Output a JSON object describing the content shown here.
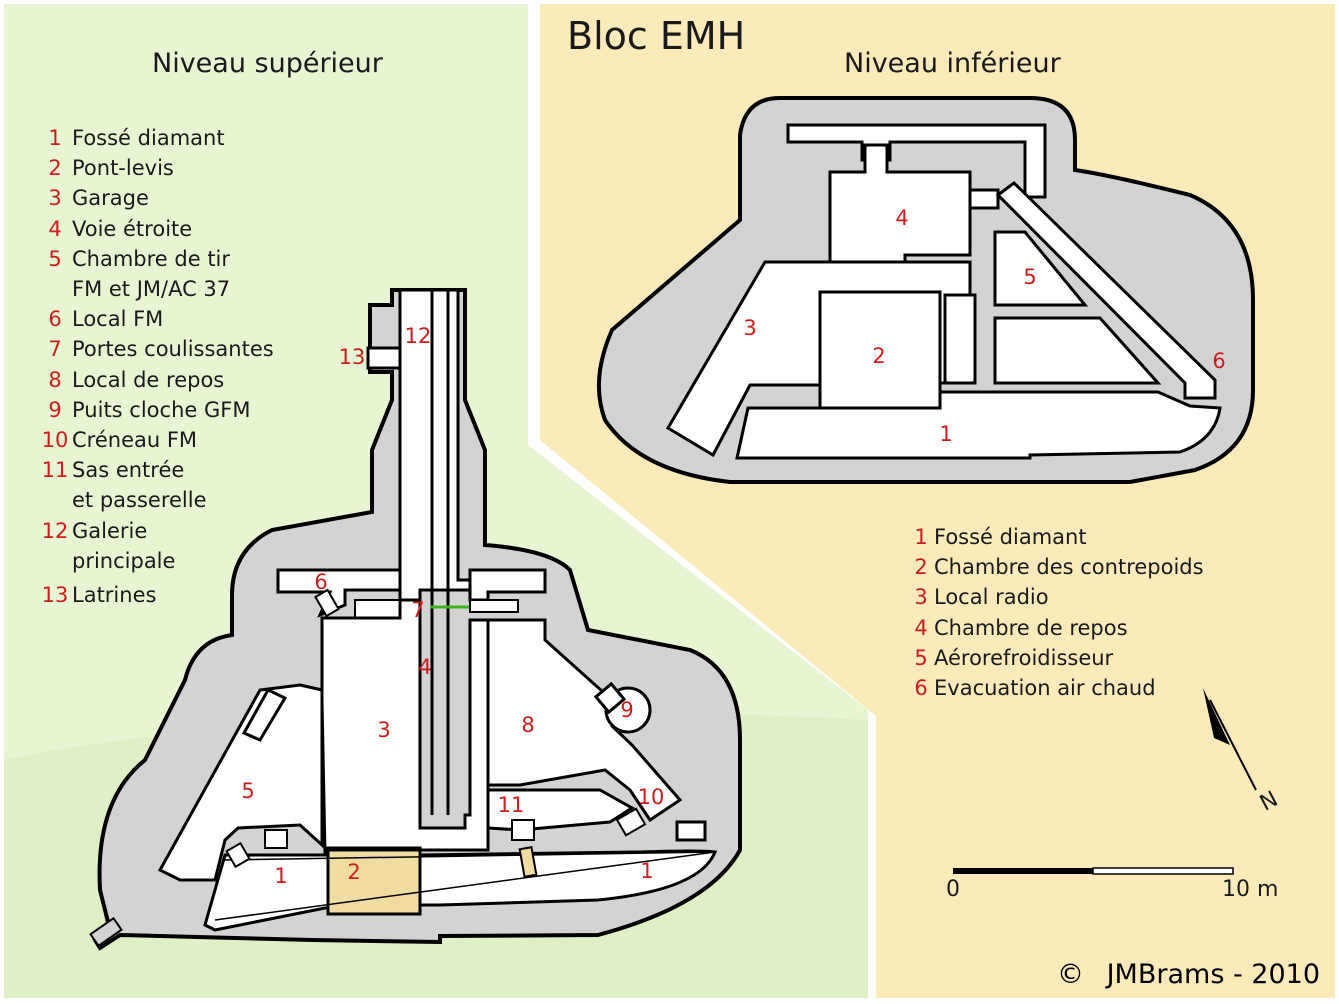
{
  "title": "Bloc EMH",
  "upper": {
    "heading": "Niveau supérieur",
    "legend": [
      {
        "num": "1",
        "text": "Fossé diamant"
      },
      {
        "num": "2",
        "text": "Pont-levis"
      },
      {
        "num": "3",
        "text": "Garage"
      },
      {
        "num": "4",
        "text": "Voie étroite"
      },
      {
        "num": "5",
        "text": "Chambre de tir"
      },
      {
        "num": "",
        "text": "FM et JM/AC 37"
      },
      {
        "num": "6",
        "text": "Local  FM"
      },
      {
        "num": "7",
        "text": "Portes coulissantes"
      },
      {
        "num": "8",
        "text": "Local de repos"
      },
      {
        "num": "9",
        "text": "Puits cloche GFM"
      },
      {
        "num": "10",
        "text": "Créneau FM"
      },
      {
        "num": "11",
        "text": "Sas entrée"
      },
      {
        "num": "",
        "text": "et passerelle"
      },
      {
        "num": "12",
        "text": "Galerie"
      },
      {
        "num": "",
        "text": "principale"
      },
      {
        "num": "13",
        "text": "Latrines"
      }
    ],
    "map_labels": [
      "1",
      "1",
      "2",
      "3",
      "4",
      "5",
      "6",
      "7",
      "8",
      "9",
      "10",
      "11",
      "12",
      "13"
    ]
  },
  "lower": {
    "heading": "Niveau inférieur",
    "legend": [
      {
        "num": "1",
        "text": "Fossé diamant"
      },
      {
        "num": "2",
        "text": "Chambre des contrepoids"
      },
      {
        "num": "3",
        "text": "Local radio"
      },
      {
        "num": "4",
        "text": "Chambre de repos"
      },
      {
        "num": "5",
        "text": "Aérorefroidisseur"
      },
      {
        "num": "6",
        "text": "Evacuation air chaud"
      }
    ],
    "map_labels": [
      "1",
      "2",
      "3",
      "4",
      "5",
      "6"
    ]
  },
  "north": "N",
  "scale": {
    "start": "0",
    "end": "10 m"
  },
  "copyright": {
    "symbol": "©",
    "text": "JMBrams - 2010"
  },
  "colors": {
    "upper_bg": "#e8f5d2",
    "lower_bg": "#fbeaba",
    "wall": "#d3d3d3",
    "outline": "#000000",
    "label": "#cc1d1d",
    "drawbridge": "#f0dca0",
    "doors": "#3cb41e"
  }
}
